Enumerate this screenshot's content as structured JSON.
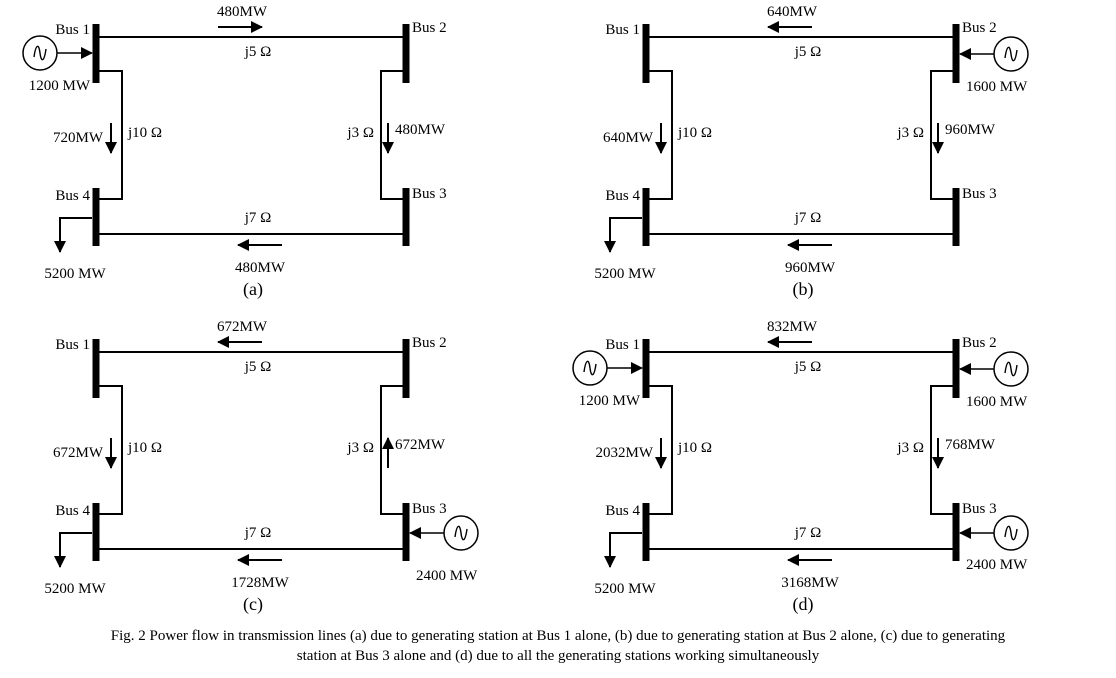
{
  "panels": [
    {
      "id": "a",
      "label": "(a)",
      "buses": {
        "b1": "Bus 1",
        "b2": "Bus 2",
        "b3": "Bus 3",
        "b4": "Bus 4"
      },
      "lines": {
        "l12": "j5 Ω",
        "l14": "j10 Ω",
        "l23": "j3 Ω",
        "l34": "j7 Ω"
      },
      "flows": {
        "l12": {
          "text": "480MW",
          "dir": "right"
        },
        "l14": {
          "text": "720MW",
          "dir": "down"
        },
        "l23": {
          "text": "480MW",
          "dir": "down"
        },
        "l34": {
          "text": "480MW",
          "dir": "left"
        }
      },
      "generators": {
        "b1": "1200 MW"
      },
      "load": "5200 MW"
    },
    {
      "id": "b",
      "label": "(b)",
      "buses": {
        "b1": "Bus 1",
        "b2": "Bus 2",
        "b3": "Bus 3",
        "b4": "Bus 4"
      },
      "lines": {
        "l12": "j5 Ω",
        "l14": "j10 Ω",
        "l23": "j3 Ω",
        "l34": "j7 Ω"
      },
      "flows": {
        "l12": {
          "text": "640MW",
          "dir": "left"
        },
        "l14": {
          "text": "640MW",
          "dir": "down"
        },
        "l23": {
          "text": "960MW",
          "dir": "down"
        },
        "l34": {
          "text": "960MW",
          "dir": "left"
        }
      },
      "generators": {
        "b2": "1600 MW"
      },
      "load": "5200 MW"
    },
    {
      "id": "c",
      "label": "(c)",
      "buses": {
        "b1": "Bus 1",
        "b2": "Bus 2",
        "b3": "Bus 3",
        "b4": "Bus 4"
      },
      "lines": {
        "l12": "j5 Ω",
        "l14": "j10 Ω",
        "l23": "j3 Ω",
        "l34": "j7 Ω"
      },
      "flows": {
        "l12": {
          "text": "672MW",
          "dir": "left"
        },
        "l14": {
          "text": "672MW",
          "dir": "down"
        },
        "l23": {
          "text": "672MW",
          "dir": "up"
        },
        "l34": {
          "text": "1728MW",
          "dir": "left"
        }
      },
      "generators": {
        "b3": "2400 MW"
      },
      "load": "5200 MW"
    },
    {
      "id": "d",
      "label": "(d)",
      "buses": {
        "b1": "Bus 1",
        "b2": "Bus 2",
        "b3": "Bus 3",
        "b4": "Bus 4"
      },
      "lines": {
        "l12": "j5 Ω",
        "l14": "j10 Ω",
        "l23": "j3 Ω",
        "l34": "j7 Ω"
      },
      "flows": {
        "l12": {
          "text": "832MW",
          "dir": "left"
        },
        "l14": {
          "text": "2032MW",
          "dir": "down"
        },
        "l23": {
          "text": "768MW",
          "dir": "down"
        },
        "l34": {
          "text": "3168MW",
          "dir": "left"
        }
      },
      "generators": {
        "b1": "1200 MW",
        "b2": "1600 MW",
        "b3": "2400 MW"
      },
      "load": "5200 MW"
    }
  ],
  "caption": {
    "line1": "Fig. 2 Power flow in transmission lines (a) due to generating station at Bus 1 alone, (b) due to generating station at Bus 2 alone, (c) due to generating",
    "line2": "station at Bus 3 alone and (d) due to all the generating stations working simultaneously"
  }
}
